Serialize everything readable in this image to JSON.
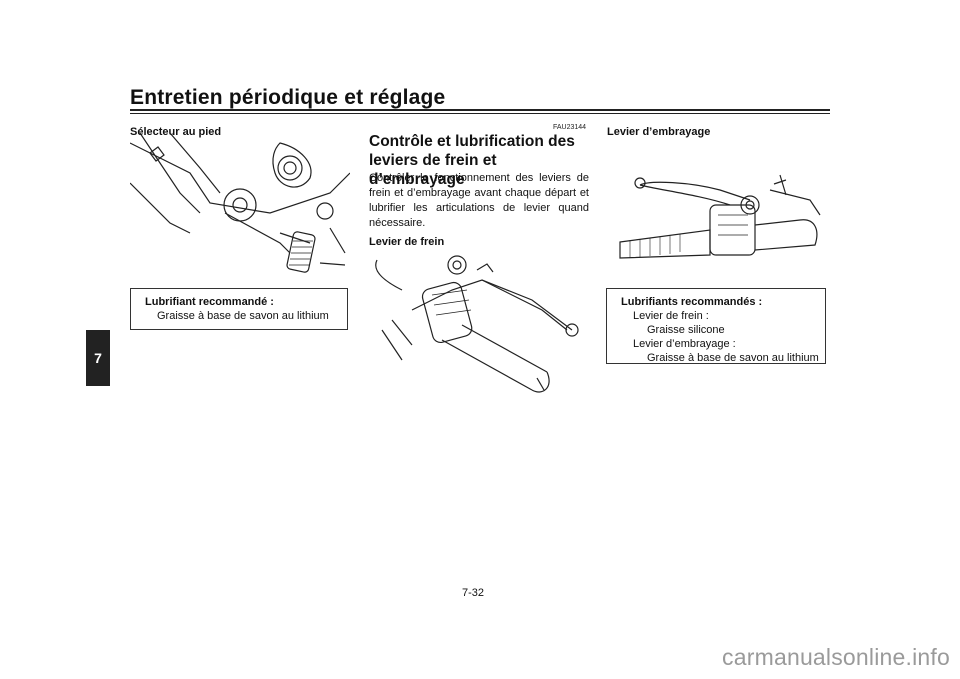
{
  "header": {
    "title": "Entretien périodique et réglage"
  },
  "chapter_tab": "7",
  "left": {
    "subheading": "Sélecteur au pied",
    "box": {
      "title": "Lubrifiant recommandé :",
      "line1": "Graisse à base de savon au lithium"
    }
  },
  "middle": {
    "code": "FAU23144",
    "heading": "Contrôle et lubrification des leviers de frein et d’embrayage",
    "paragraph": "Contrôler le fonctionnement des leviers de frein et d’embrayage avant chaque départ et lubrifier les articulations de levier quand nécessaire.",
    "subheading": "Levier de frein"
  },
  "right": {
    "subheading": "Levier d’embrayage",
    "box": {
      "title": "Lubrifiants recommandés :",
      "brake_label": "Levier de frein :",
      "brake_value": "Graisse silicone",
      "clutch_label": "Levier d’embrayage :",
      "clutch_value": "Graisse à base de savon au lithium"
    }
  },
  "footer": {
    "page_number": "7-32",
    "watermark": "carmanualsonline.info"
  }
}
